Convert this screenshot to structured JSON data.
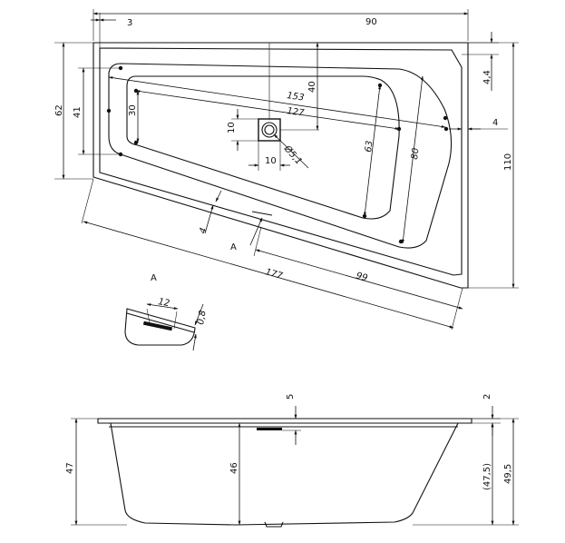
{
  "top_view": {
    "dims": {
      "rim_offset": "3",
      "width_top": "90",
      "height_left_outer": "62",
      "height_left_inner": "41",
      "height_left_basin": "30",
      "drain_offset_vertical": "40",
      "diag_long": "153",
      "diag_mid": "127",
      "drain_size_v": "10",
      "drain_size_h": "10",
      "drain_diameter": "Ø5,1",
      "basin_depth_right": "63",
      "depth_right": "80",
      "rim_top_right": "4,4",
      "rim_right": "4",
      "height_right": "110",
      "rim_bottom": "4",
      "length_total": "177",
      "length_partial": "99",
      "detail_marker": "A"
    }
  },
  "detail": {
    "title": "A",
    "dims": {
      "width": "12",
      "thickness": "0,8"
    }
  },
  "side_view": {
    "dims": {
      "rim_top": "5",
      "rim_right": "2",
      "height_left": "47",
      "depth_center": "46",
      "depth_right": "(47,5)",
      "height_right": "49,5"
    }
  }
}
